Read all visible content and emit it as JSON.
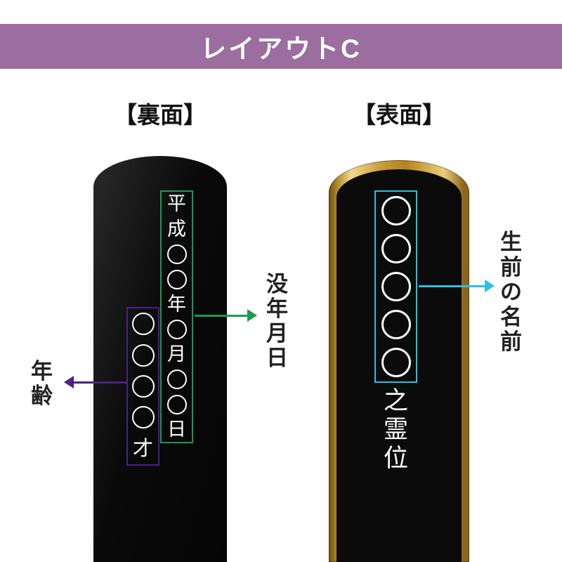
{
  "header": {
    "title": "レイアウトC"
  },
  "colors": {
    "banner": "#9B6E9F",
    "green": "#1B9A50",
    "purple": "#4B2185",
    "cyan": "#29C1E6",
    "label": "#222222",
    "tablet_black": "#0B0B0B",
    "gold": "#C79A3A"
  },
  "back_panel": {
    "heading": "【裏面】",
    "date_box": {
      "text": "平成○○年○月○○日"
    },
    "age_box": {
      "text": "○○○○才"
    },
    "date_label": {
      "text": "没年月日"
    },
    "age_label": {
      "text": "年齢"
    }
  },
  "front_panel": {
    "heading": "【表面】",
    "name_box": {
      "text": "○○○○○"
    },
    "title_text": "之霊位",
    "name_label": {
      "text": "生前の名前"
    }
  }
}
